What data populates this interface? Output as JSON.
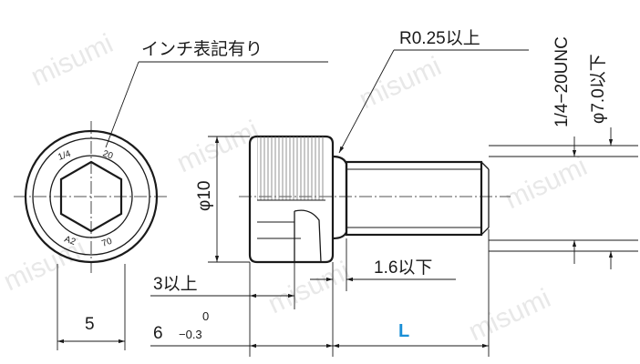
{
  "watermark": "misumi",
  "labels": {
    "inch_mark": "インチ表記有り",
    "radius": "R0.25以上",
    "thread": "1/4−20UNC",
    "minor_dia": "φ7.0以下",
    "head_dia": "φ10",
    "min_3": "3以上",
    "max_16": "1.6以下",
    "dim_5": "5",
    "dim_6": "6",
    "tol_upper": "0",
    "tol_lower": "−0.3",
    "length": "L"
  },
  "head_marks": {
    "top_left": "1/4",
    "top_right": "20",
    "bottom_left": "A2",
    "bottom_right": "70"
  },
  "colors": {
    "line": "#1a1a1a",
    "length_label": "#1a8fd6",
    "watermark": "#d6d6d6"
  }
}
